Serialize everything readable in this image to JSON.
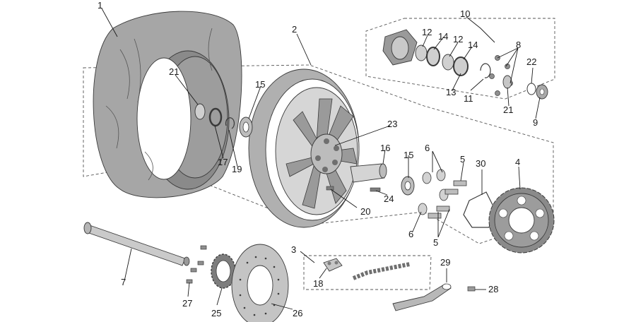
{
  "labels": {
    "l1": "1",
    "l2": "2",
    "l3": "3",
    "l4": "4",
    "l5a": "5",
    "l5b": "5",
    "l6a": "6",
    "l6b": "6",
    "l7": "7",
    "l8": "8",
    "l9": "9",
    "l10": "10",
    "l11": "11",
    "l12a": "12",
    "l12b": "12",
    "l13": "13",
    "l14a": "14",
    "l14b": "14",
    "l15a": "15",
    "l15b": "15",
    "l16": "16",
    "l17": "17",
    "l18": "18",
    "l19": "19",
    "l20": "20",
    "l21a": "21",
    "l21b": "21",
    "l22": "22",
    "l23": "23",
    "l24": "24",
    "l25": "25",
    "l26": "26",
    "l27": "27",
    "l28": "28",
    "l29": "29",
    "l30": "30"
  },
  "colors": {
    "tire": "#a9a9a9",
    "tire_inner": "#8f8f8f",
    "rim": "#b3b3b3",
    "metal_light": "#c8c8c8",
    "metal_dark": "#7d7d7d",
    "disc": "#c2c2c2"
  }
}
